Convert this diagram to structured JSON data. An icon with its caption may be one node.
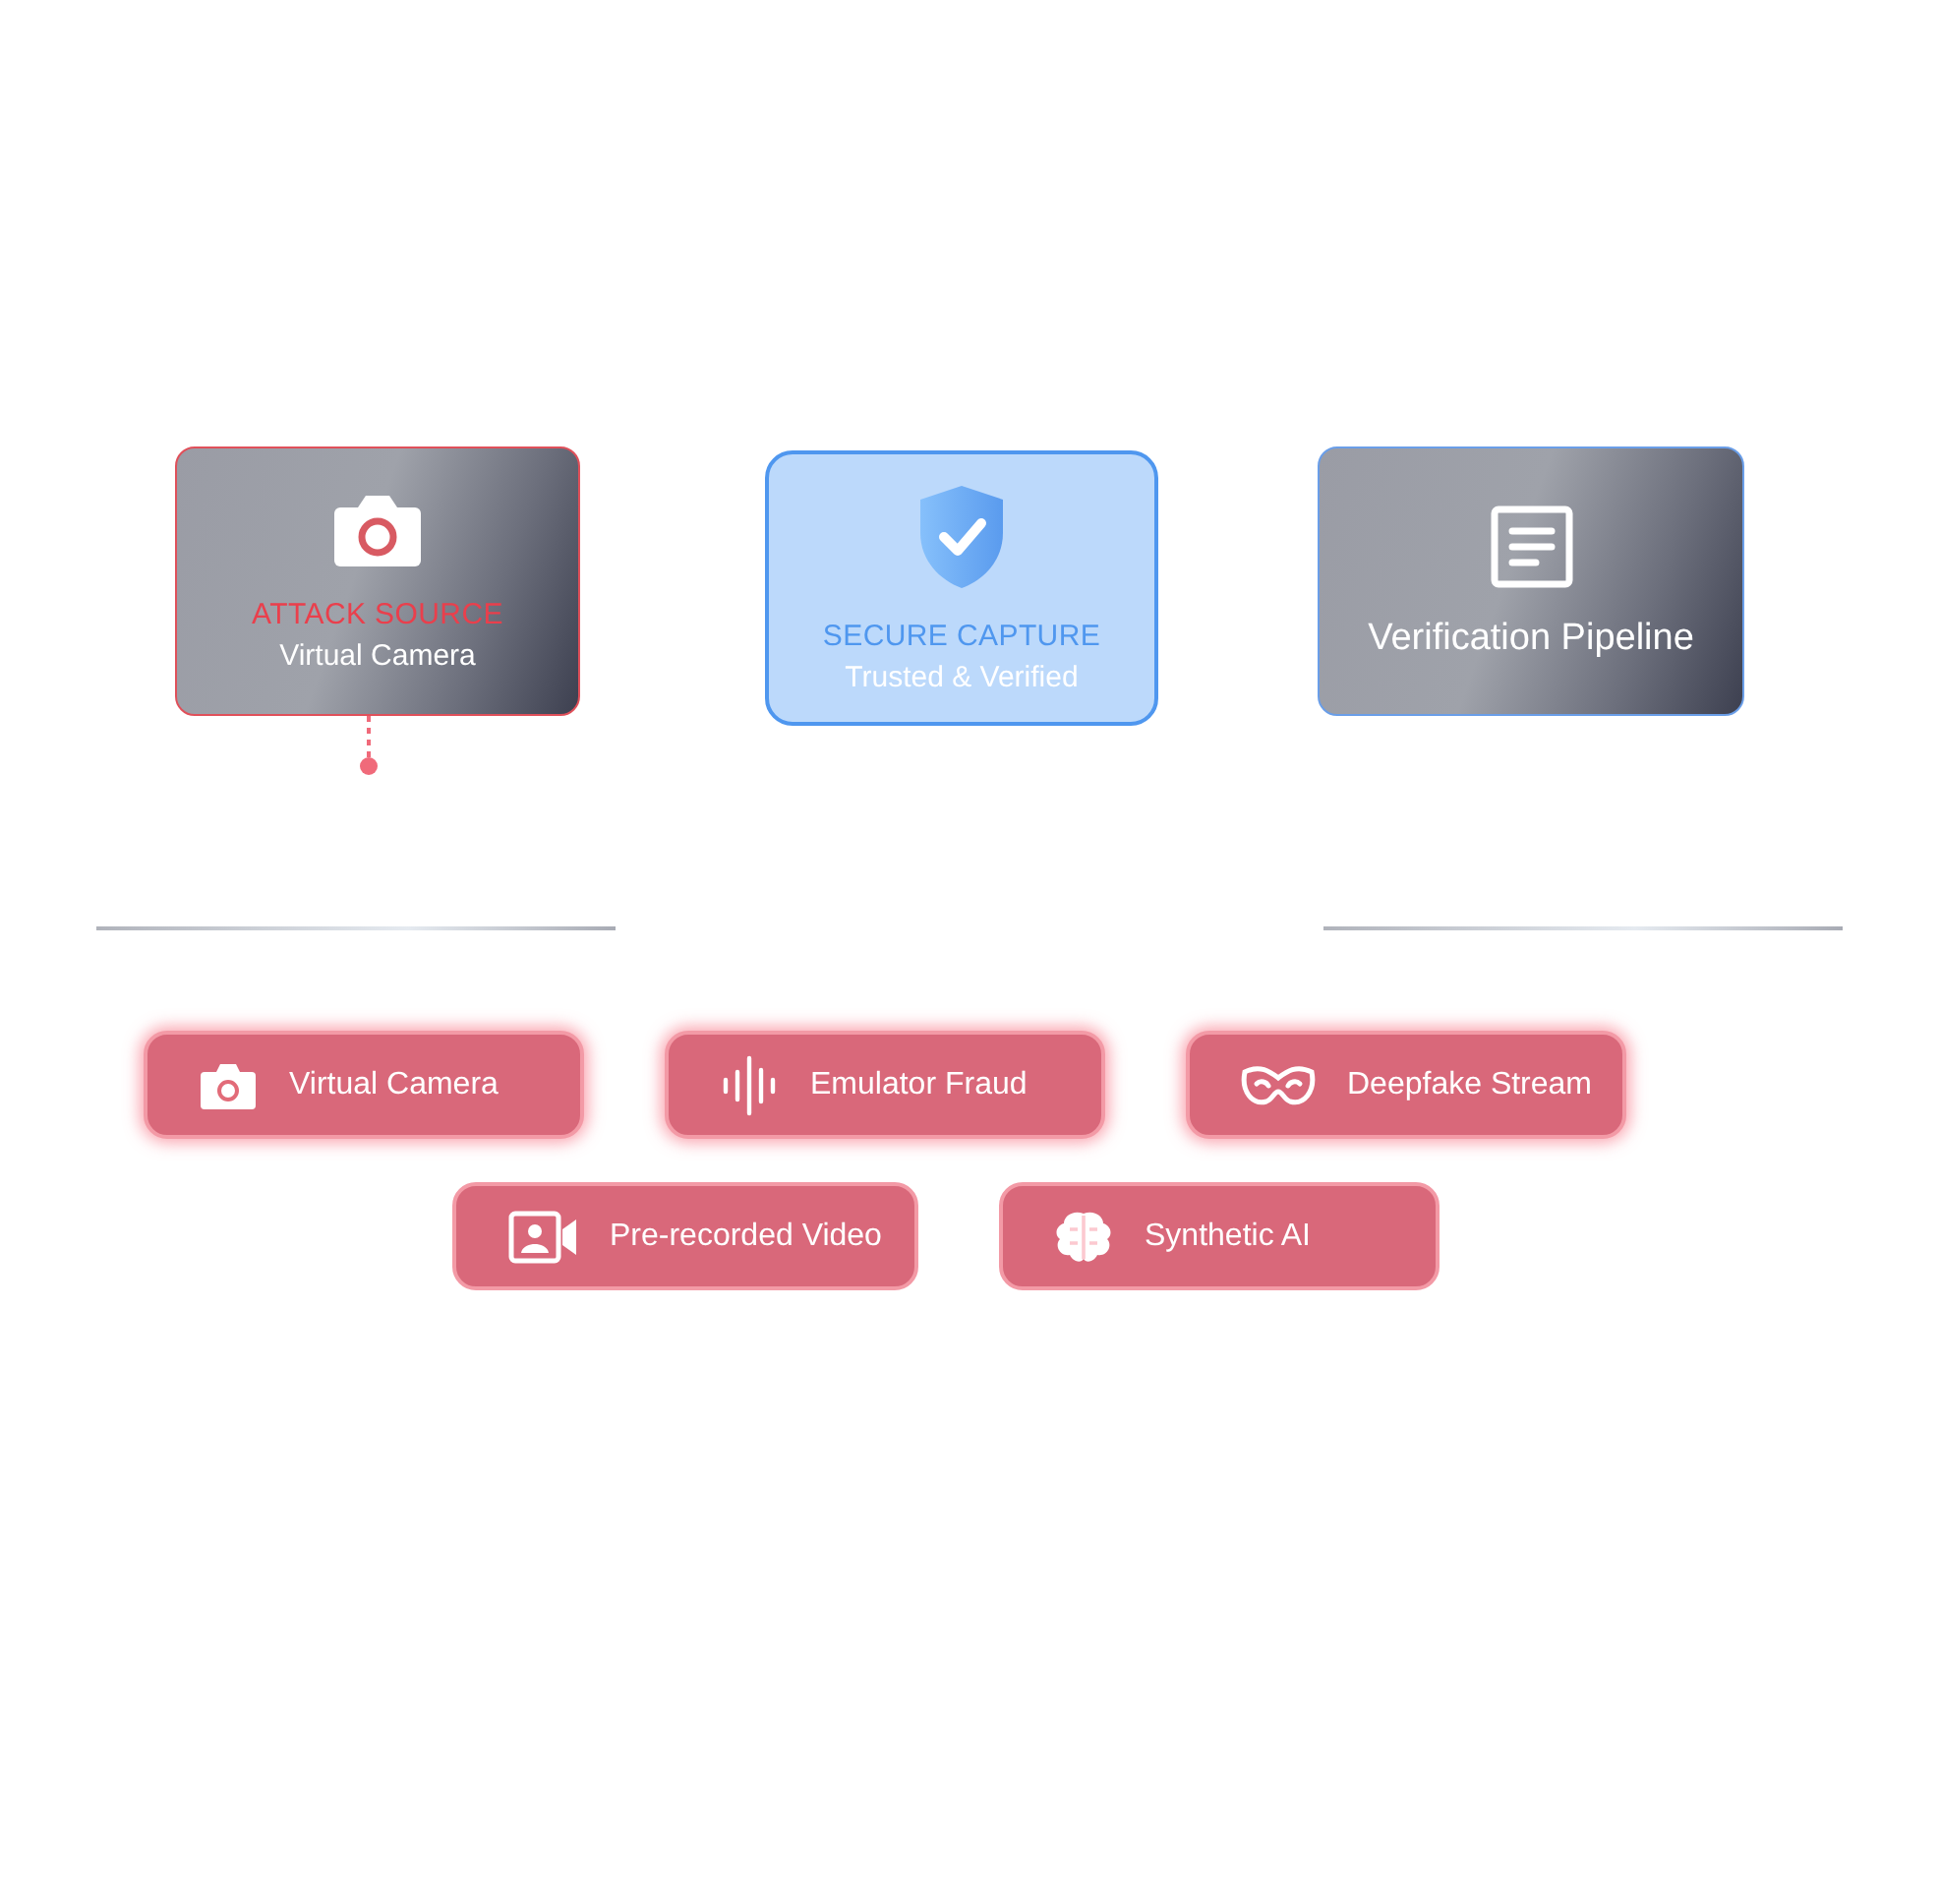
{
  "diagram": {
    "nodes": [
      {
        "text": [
          "ATTACK SOURCE",
          "Virtual Camera"
        ]
      },
      {
        "text": [
          "SECURE CAPTURE",
          "Trusted & Verified"
        ]
      },
      {
        "text": [
          "Verification Pipeline"
        ]
      },
      {
        "text": [
          "Virtual Camera"
        ]
      },
      {
        "text": [
          "Emulator Fraud"
        ]
      },
      {
        "text": [
          "Deepfake Stream"
        ]
      },
      {
        "text": [
          "Pre-recorded Video"
        ]
      },
      {
        "text": [
          "Synthetic AI"
        ]
      },
      {
        "text": [],
        "shape": "circle"
      }
    ],
    "edges": [
      {
        "from": 0,
        "to": 8,
        "arrow": "none",
        "style": "dashed"
      }
    ]
  }
}
